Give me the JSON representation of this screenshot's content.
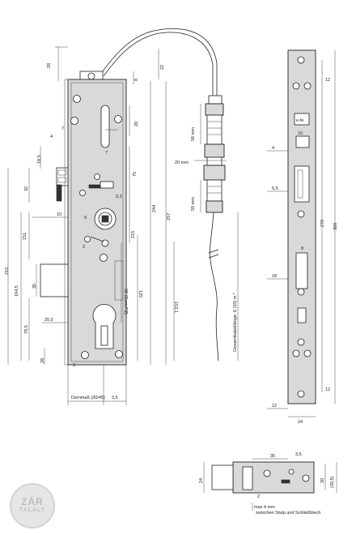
{
  "labels": {
    "d28": "28",
    "d22": "22",
    "d8": "8",
    "d20a": "20",
    "d7a": "7",
    "d7b": "7",
    "d4": "4",
    "d185": "18,5",
    "d32": "32",
    "d75": "75",
    "d53": "5,3",
    "d9": "9",
    "d10": "10",
    "d215": "215",
    "d244": "244",
    "d257": "257",
    "d151": "151",
    "d2": "2",
    "d92": "92 (Euro-PZ)",
    "d125": "125",
    "d1531": "153,1",
    "d215b": "215",
    "d1645": "164,5",
    "d35": "35",
    "d205": "20,5",
    "d785": "78,5",
    "d28b": "28",
    "d3": "3",
    "dornmass": "Dornmaß (30/45)",
    "d35b": "3,5",
    "m56": "56 mm",
    "m20": "20 mm",
    "m59": "59 mm",
    "kabel": "Gesamtkabellänge: 6 (10) m *",
    "r16": "16",
    "r4": "4",
    "r65": "6,5",
    "r276": "276",
    "r300": "300",
    "r8": "8",
    "r18": "18",
    "r12a": "12",
    "r12b": "12",
    "r24": "24",
    "b35": "35",
    "b35b": "3,5",
    "b24": "24",
    "b20": "20",
    "b205": "(20,5)",
    "b2": "2",
    "bmax": "max 4 mm",
    "bnote": "zwischen Stulp und Schließblech",
    "logo": "e-fe",
    "wm1": "ZÁR",
    "wm2": "TALÁLT"
  }
}
